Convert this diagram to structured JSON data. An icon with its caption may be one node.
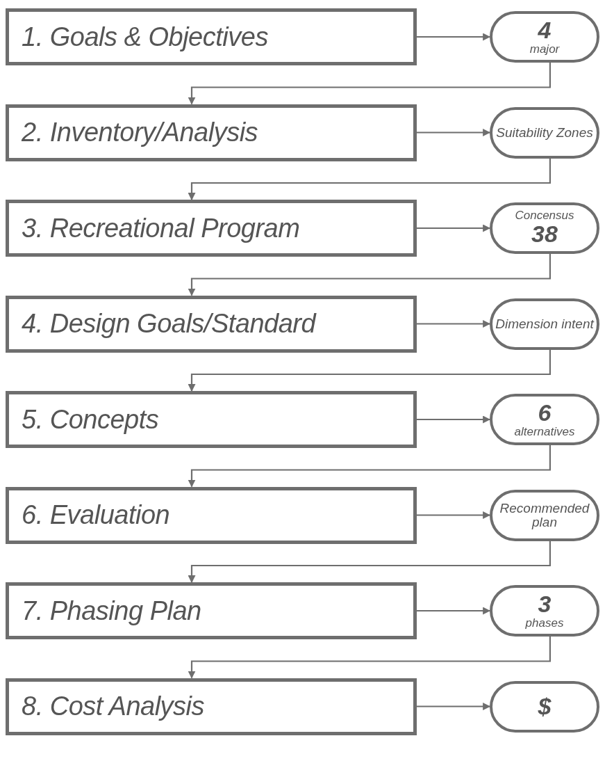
{
  "diagram": {
    "nodes": [
      {
        "text": [
          "1. Goals & Objectives"
        ]
      },
      {
        "text": [
          "4",
          "major"
        ]
      },
      {
        "text": [
          "2. Inventory/Analysis"
        ]
      },
      {
        "text": [
          "Suitability Zones"
        ]
      },
      {
        "text": [
          "3. Recreational Program"
        ]
      },
      {
        "text": [
          "Concensus",
          "38"
        ]
      },
      {
        "text": [
          "4. Design Goals/Standard"
        ]
      },
      {
        "text": [
          "Dimension intent"
        ]
      },
      {
        "text": [
          "5. Concepts"
        ]
      },
      {
        "text": [
          "6",
          "alternatives"
        ]
      },
      {
        "text": [
          "6. Evaluation"
        ]
      },
      {
        "text": [
          "Recommended plan"
        ]
      },
      {
        "text": [
          "7. Phasing Plan"
        ]
      },
      {
        "text": [
          "3",
          "phases"
        ]
      },
      {
        "text": [
          "8. Cost Analysis"
        ]
      },
      {
        "text": [
          "$"
        ]
      }
    ],
    "edges": [
      {
        "from": 0,
        "to": 1,
        "arrow": "to"
      },
      {
        "from": 1,
        "to": 2,
        "arrow": "to"
      },
      {
        "from": 2,
        "to": 3,
        "arrow": "to"
      },
      {
        "from": 3,
        "to": 4,
        "arrow": "to"
      },
      {
        "from": 4,
        "to": 5,
        "arrow": "to"
      },
      {
        "from": 5,
        "to": 6,
        "arrow": "to"
      },
      {
        "from": 6,
        "to": 7,
        "arrow": "to"
      },
      {
        "from": 7,
        "to": 8,
        "arrow": "to"
      },
      {
        "from": 8,
        "to": 9,
        "arrow": "to"
      },
      {
        "from": 9,
        "to": 10,
        "arrow": "to"
      },
      {
        "from": 10,
        "to": 11,
        "arrow": "to"
      },
      {
        "from": 11,
        "to": 12,
        "arrow": "to"
      },
      {
        "from": 12,
        "to": 13,
        "arrow": "to"
      },
      {
        "from": 13,
        "to": 14,
        "arrow": "to"
      },
      {
        "from": 14,
        "to": 15,
        "arrow": "to"
      }
    ]
  }
}
